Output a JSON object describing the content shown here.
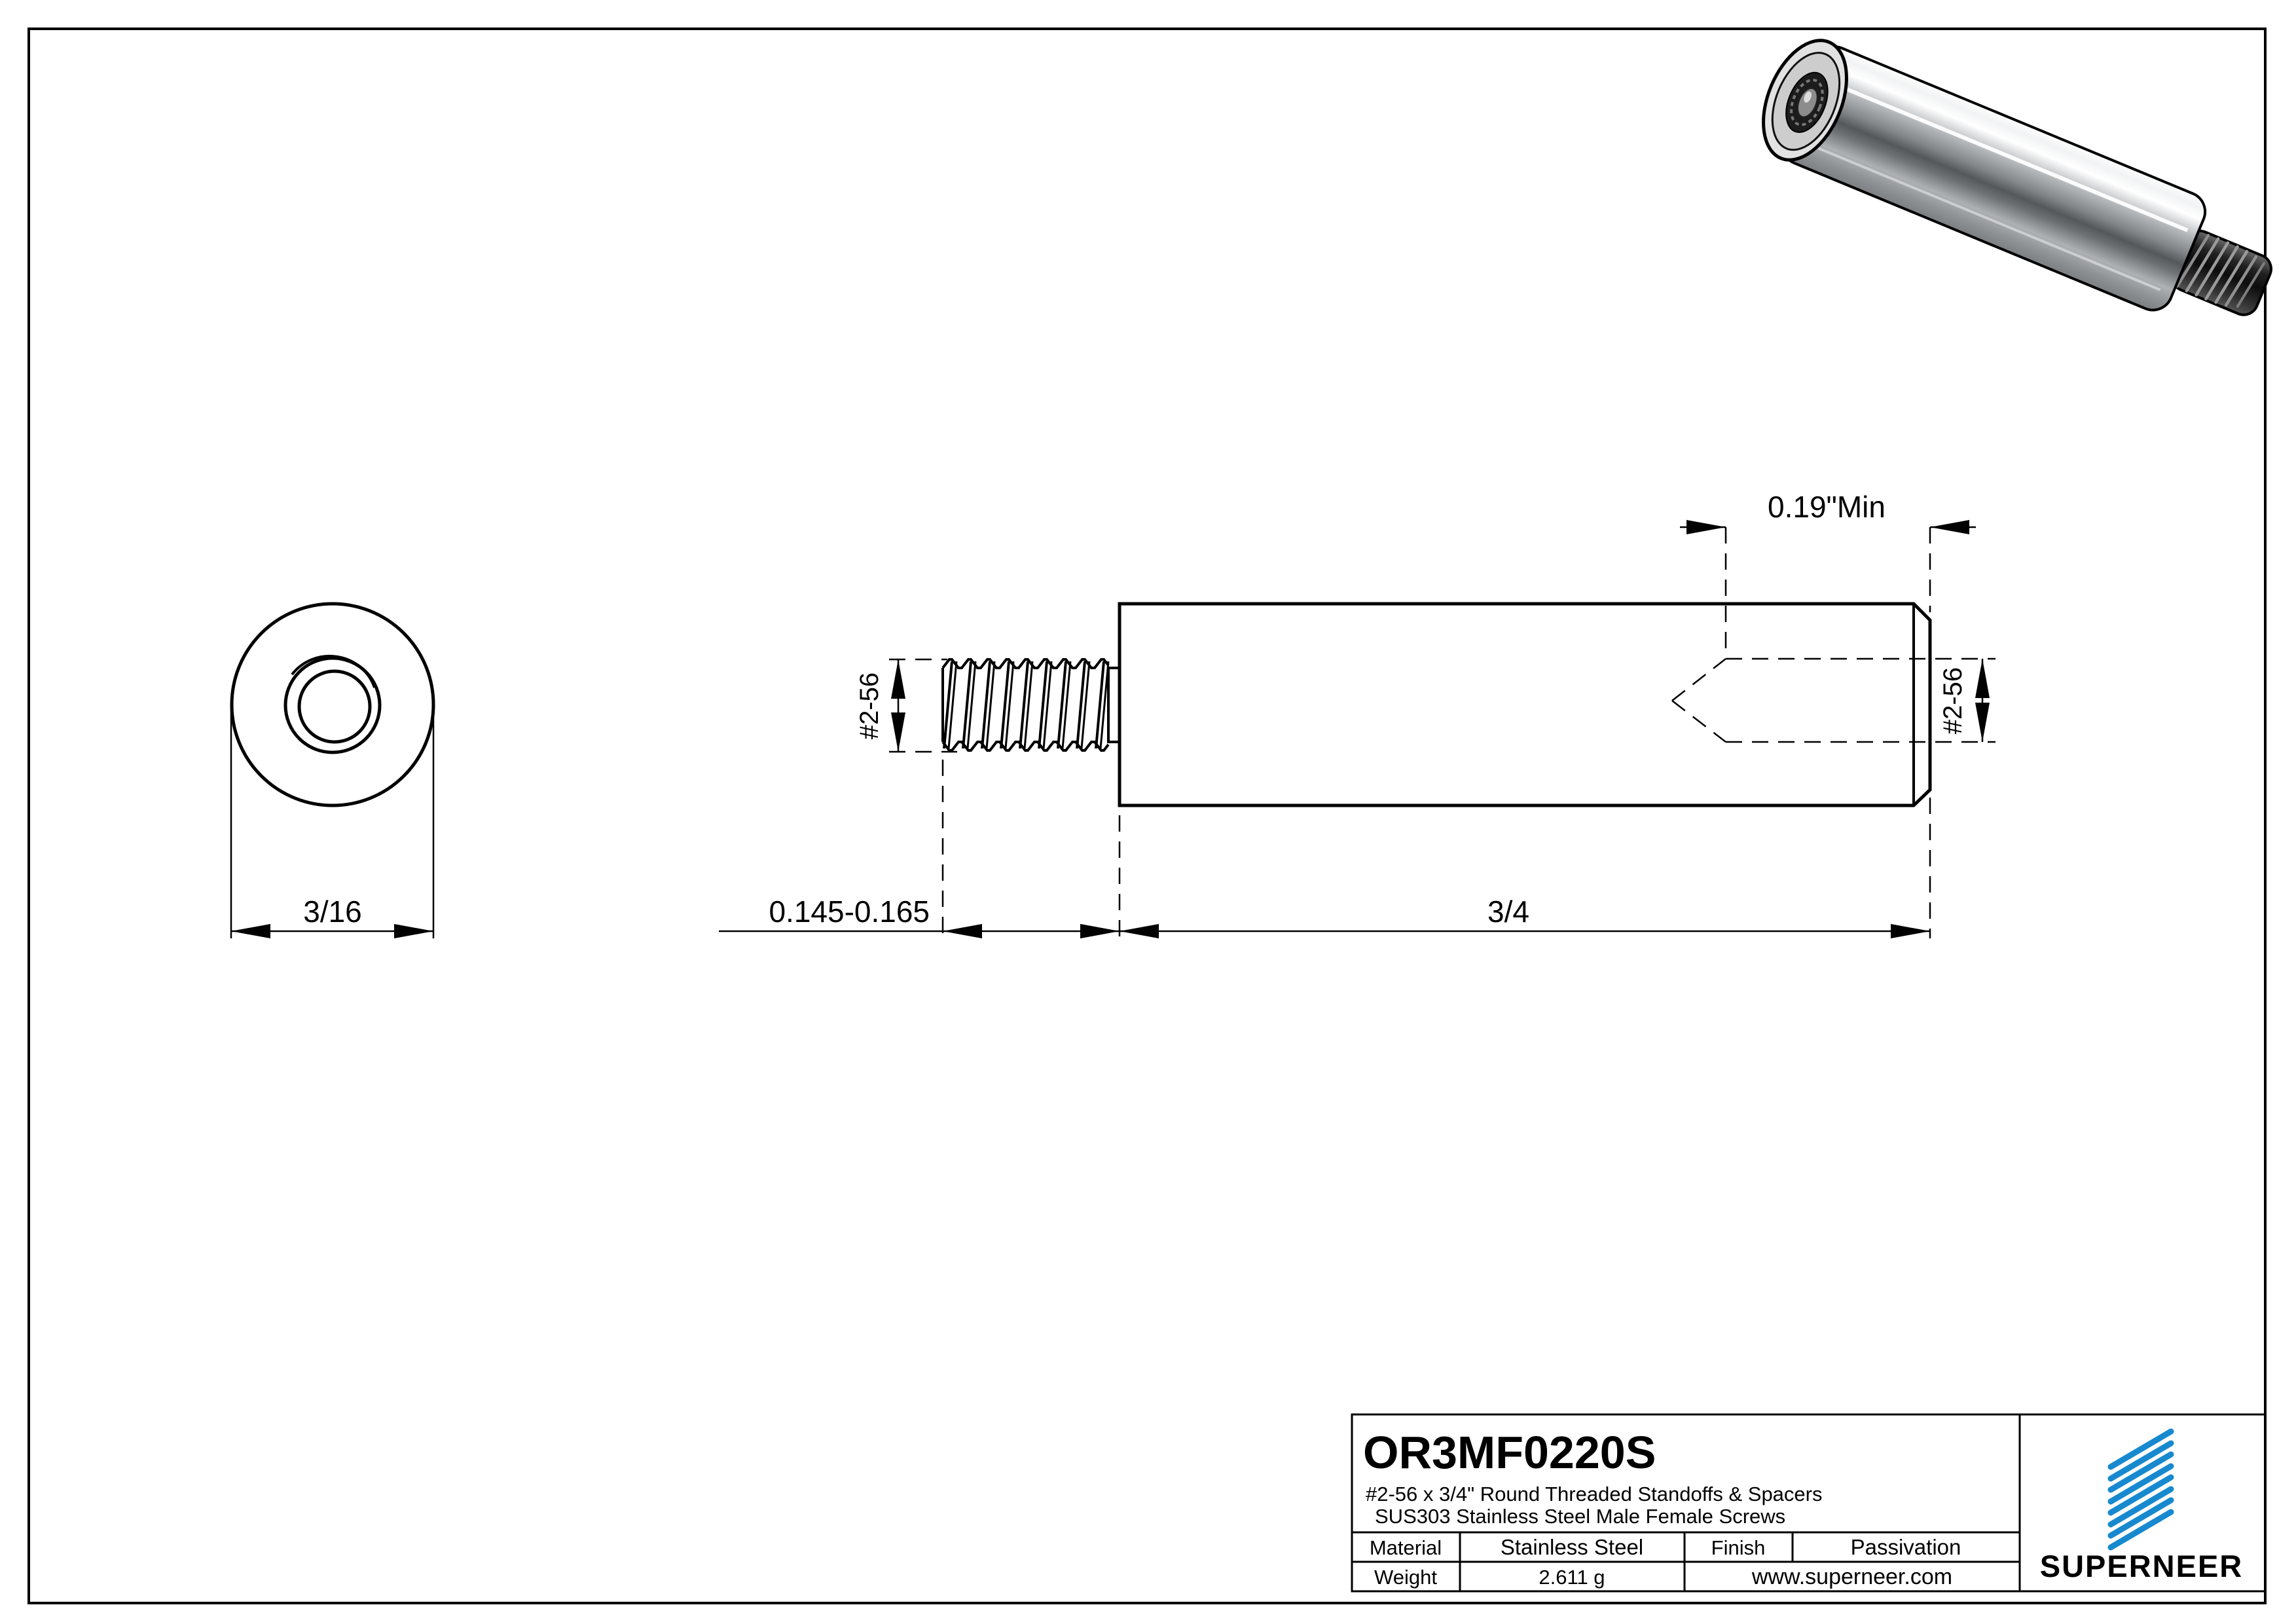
{
  "front_view": {
    "diameter_label": "3/16"
  },
  "side_view": {
    "thread_spec": "#2-56",
    "thread_length_label": "0.145-0.165",
    "body_length_label": "3/4",
    "thread_depth_label": "0.19\"Min"
  },
  "title_block": {
    "part_number": "OR3MF0220S",
    "description_line1": "#2-56 x 3/4\" Round Threaded Standoffs & Spacers",
    "description_line2": "SUS303 Stainless Steel Male Female Screws",
    "material_label": "Material",
    "material_value": "Stainless Steel",
    "finish_label": "Finish",
    "finish_value": "Passivation",
    "weight_label": "Weight",
    "weight_value": "2.611 g",
    "website": "www.superneer.com",
    "brand": "SUPERNEER",
    "brand_color": "#1789cf",
    "link_color": "#1a7fd4"
  }
}
